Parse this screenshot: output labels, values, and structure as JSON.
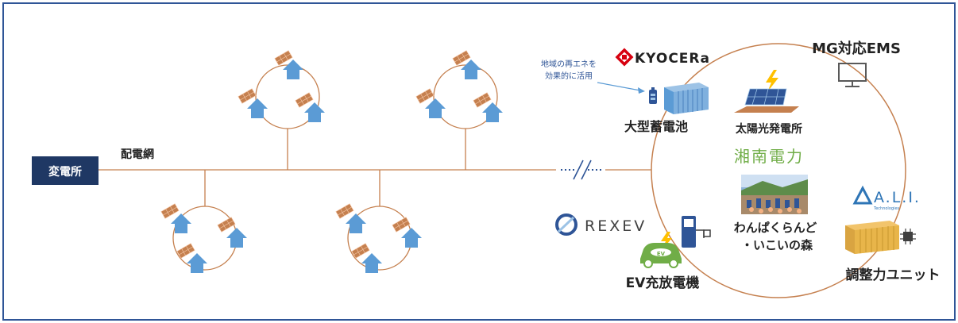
{
  "substation": "変電所",
  "grid_label": "配電網",
  "annotation": [
    "地域の再エネを",
    "効果的に活用"
  ],
  "battery_label": "大型蓄電池",
  "kyocera_logo": "KYOCERa",
  "solar_label": "太陽光発電所",
  "shonan_logo": "湘南電力",
  "site_label": [
    "わんぱくらんど",
    "・いこいの森"
  ],
  "ems_label": "MG対応EMS",
  "ali_logo": "A.L.I.",
  "ali_sub": "Technologies",
  "adjust_label": "調整力ユニット",
  "rexev_logo": "REXEV",
  "ev_label": "EV充放電機",
  "ev_badge": "EV",
  "colors": {
    "border": "#2f5597",
    "line": "#c5804f",
    "house": "#5b9bd5",
    "panel": "#c5804f",
    "substation": "#1f3864",
    "kyocera": "#d7000f",
    "shonan": "#70ad47",
    "battery": "#5b9bd5",
    "container": "#e8b54a",
    "ev": "#70ad47"
  }
}
